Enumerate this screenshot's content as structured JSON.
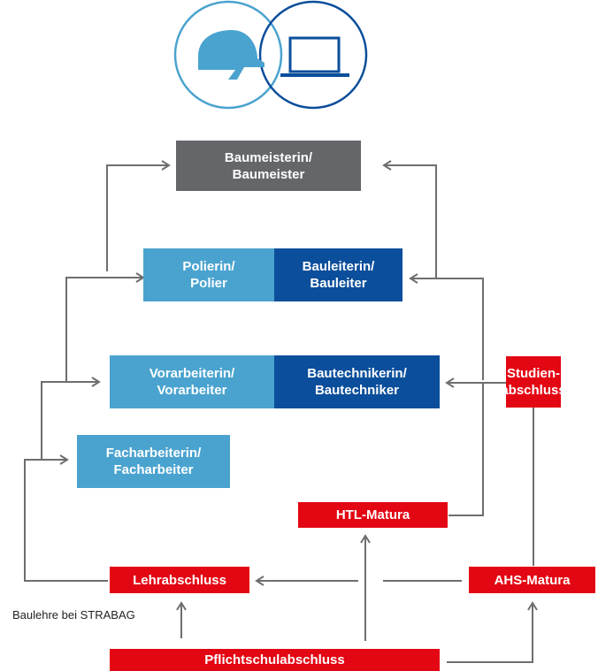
{
  "header": {
    "helmet_icon": "hard-hat-icon",
    "laptop_icon": "laptop-icon",
    "colors": {
      "light_blue": "#4aa3cf",
      "dark_blue": "#0b4e9b"
    }
  },
  "career": {
    "baumeister": {
      "line1": "Baumeisterin/",
      "line2": "Baumeister"
    },
    "polier": {
      "line1": "Polierin/",
      "line2": "Polier"
    },
    "bauleiter": {
      "line1": "Bauleiterin/",
      "line2": "Bauleiter"
    },
    "vorarbeiter": {
      "line1": "Vorarbeiterin/",
      "line2": "Vorarbeiter"
    },
    "bautechniker": {
      "line1": "Bautechnikerin/",
      "line2": "Bautechniker"
    },
    "facharbeiter": {
      "line1": "Facharbeiterin/",
      "line2": "Facharbeiter"
    }
  },
  "education": {
    "studium": {
      "line1": "Studien-",
      "line2": "abschluss"
    },
    "htl": "HTL-Matura",
    "lehre": "Lehrabschluss",
    "ahs": "AHS-Matura",
    "pflicht": "Pflichtschulabschluss",
    "baulehre_note": "Baulehre bei STRABAG"
  },
  "colors": {
    "gray_box": "#646669",
    "light_blue_box": "#4aa3cf",
    "dark_blue_box": "#0b4e9b",
    "red_box": "#e30613",
    "arrow": "#6e6e6e"
  }
}
